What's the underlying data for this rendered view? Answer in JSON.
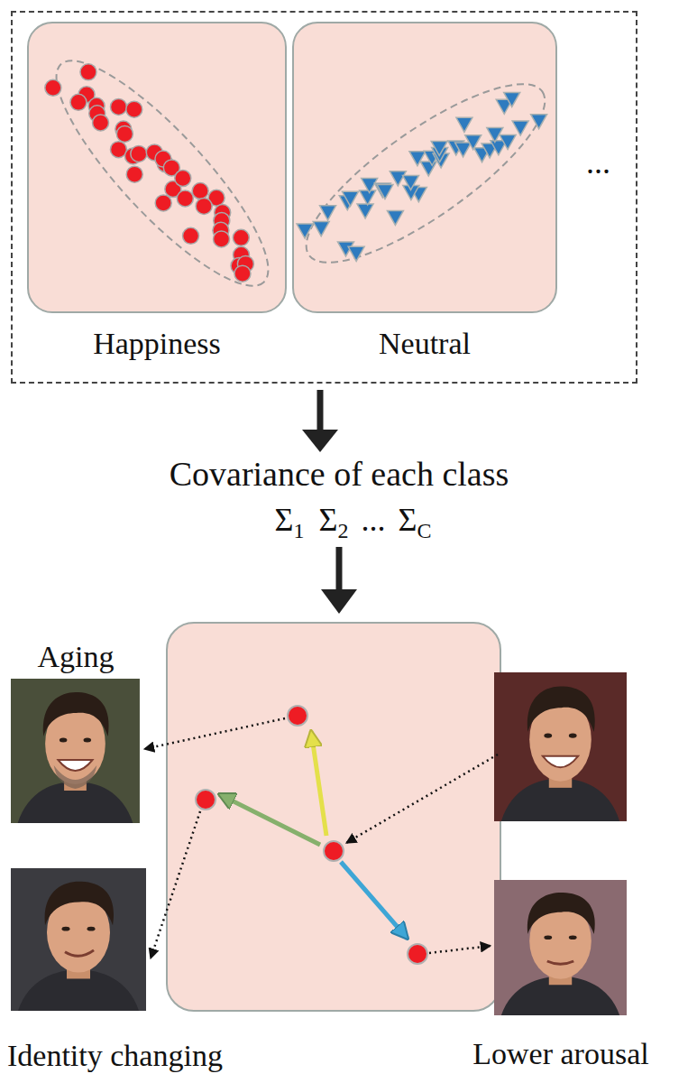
{
  "diagram": {
    "nodes": [
      {
        "text": [
          "..."
        ]
      },
      {
        "text": [
          "Happiness"
        ],
        "in": 0
      },
      {
        "text": [
          "Neutral"
        ],
        "in": 0
      }
    ],
    "labels": [
      "Covariance of each class",
      "Σ",
      "1",
      "Σ",
      "2",
      "...",
      "Σ",
      "C",
      "Aging",
      "Identity changing",
      "Lower arousal"
    ]
  }
}
